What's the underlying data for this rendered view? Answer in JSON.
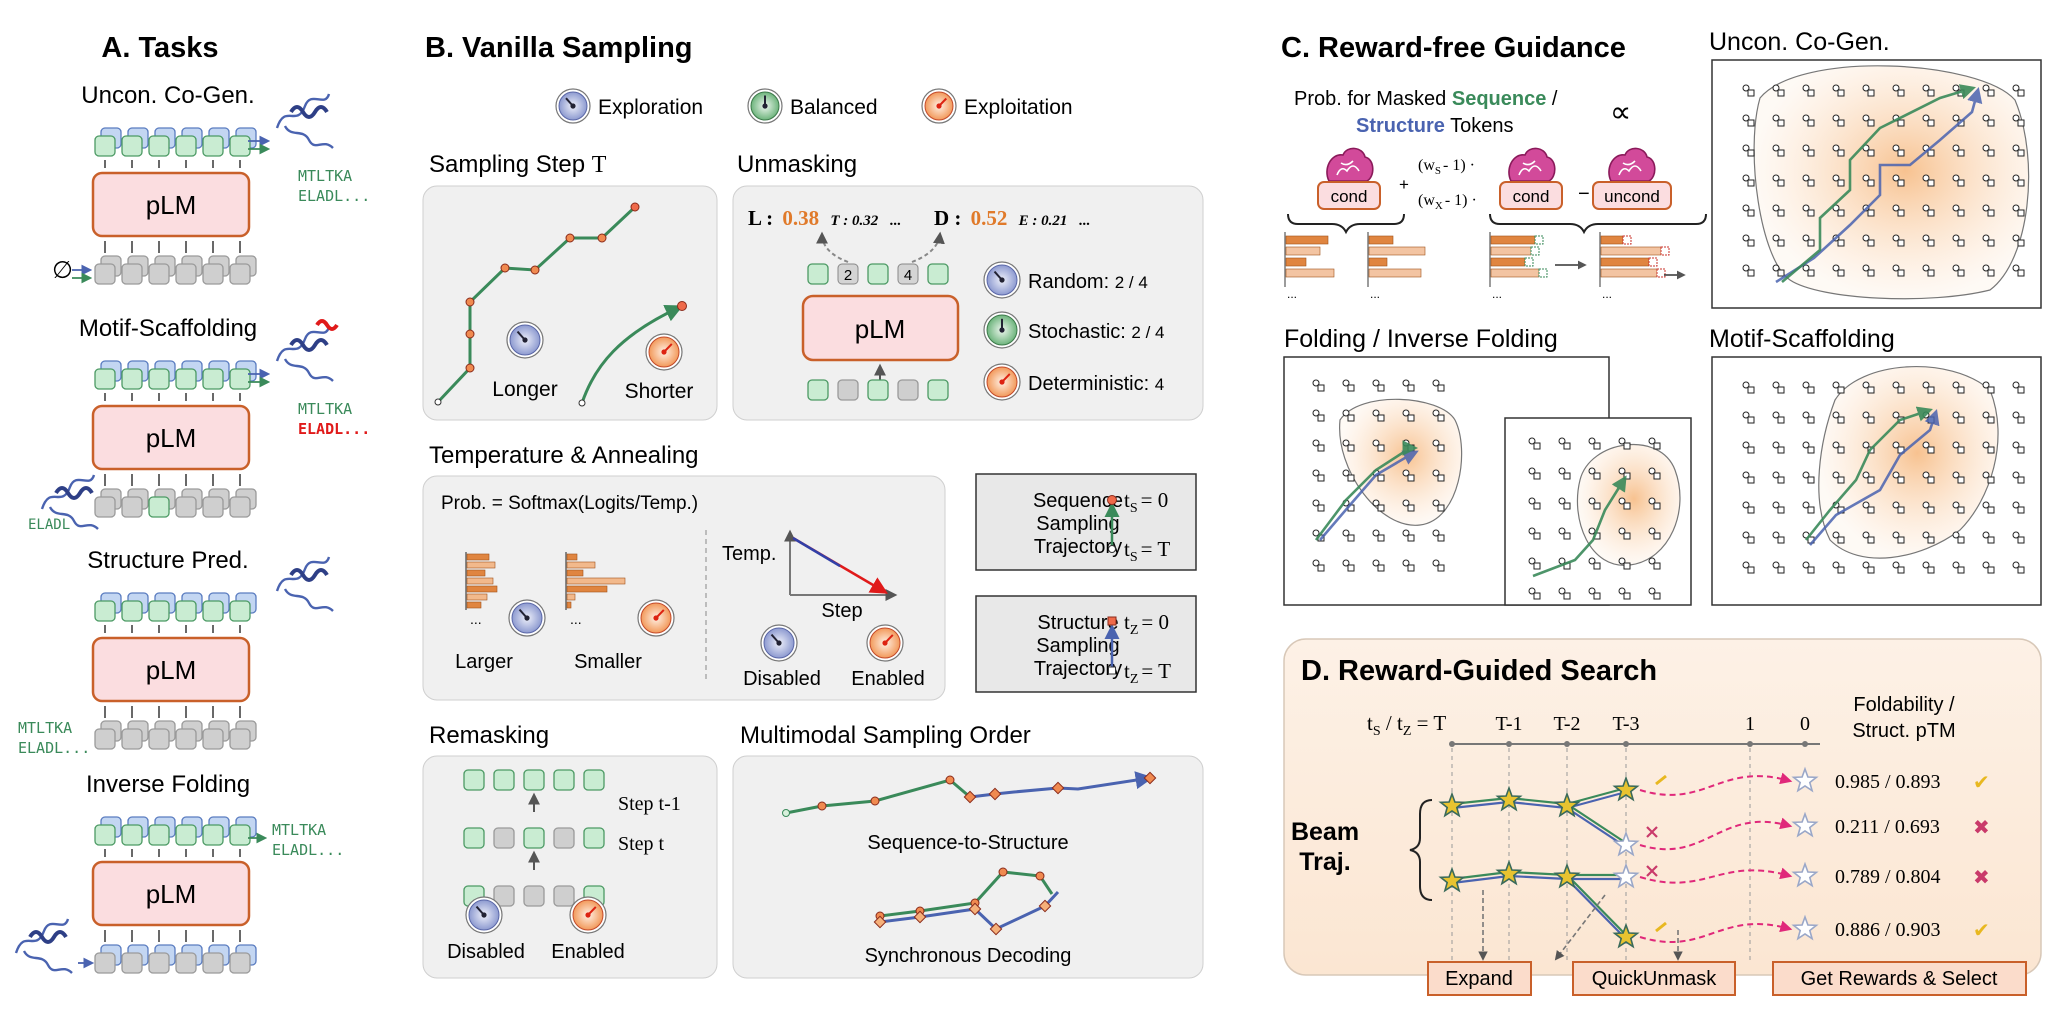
{
  "panel_a": {
    "title": "A. Tasks",
    "model_label": "pLM",
    "null_symbol": "∅",
    "tasks": [
      {
        "name": "Uncon. Co-Gen.",
        "out_seq1": "MTLTKA",
        "out_seq2": "ELADL..."
      },
      {
        "name": "Motif-Scaffolding",
        "out_seq1": "MTLTKA",
        "out_seq2": "ELADL...",
        "in_seq": "ELADL"
      },
      {
        "name": "Structure Pred.",
        "in_seq1": "MTLTKA",
        "in_seq2": "ELADL..."
      },
      {
        "name": "Inverse Folding",
        "out_seq1": "MTLTKA",
        "out_seq2": "ELADL..."
      }
    ]
  },
  "panel_b": {
    "title": "B. Vanilla Sampling",
    "legend": {
      "exploration": "Exploration",
      "balanced": "Balanced",
      "exploitation": "Exploitation"
    },
    "sampling_step": {
      "title": "Sampling Step",
      "symbol": "T",
      "longer": "Longer",
      "shorter": "Shorter"
    },
    "unmasking": {
      "title": "Unmasking",
      "model_label": "pLM",
      "scores": {
        "l_label": "L :",
        "l_value": "0.38",
        "t_value": "T : 0.32",
        "dots1": "...",
        "d_label": "D :",
        "d_value": "0.52",
        "e_value": "E : 0.21",
        "dots2": "..."
      },
      "positions": [
        "2",
        "4"
      ],
      "random": {
        "label": "Random:",
        "value": "2 / 4"
      },
      "stochastic": {
        "label": "Stochastic:",
        "value": "2 / 4"
      },
      "deterministic": {
        "label": "Deterministic:",
        "value": "4"
      }
    },
    "temperature": {
      "title": "Temperature & Annealing",
      "formula": "Prob. = Softmax(Logits/Temp.)",
      "larger": "Larger",
      "smaller": "Smaller",
      "temp_axis": "Temp.",
      "step_axis": "Step",
      "disabled": "Disabled",
      "enabled": "Enabled",
      "dots": "..."
    },
    "seq_traj": {
      "line1": "Sequence",
      "line2": "Sampling",
      "line3": "Trajectory",
      "top": "t",
      "top_sub": "S",
      "top_eq": "= 0",
      "bot": "t",
      "bot_sub": "S",
      "bot_eq": "= T"
    },
    "struct_traj": {
      "line1": "Structure",
      "line2": "Sampling",
      "line3": "Trajectory",
      "top": "t",
      "top_sub": "Z",
      "top_eq": "= 0",
      "bot": "t",
      "bot_sub": "Z",
      "bot_eq": "= T"
    },
    "remasking": {
      "title": "Remasking",
      "step_prev": "Step t-1",
      "step_cur": "Step t",
      "disabled": "Disabled",
      "enabled": "Enabled"
    },
    "multimodal": {
      "title": "Multimodal Sampling Order",
      "seq2struct": "Sequence-to-Structure",
      "sync": "Synchronous Decoding"
    }
  },
  "panel_c": {
    "title": "C. Reward-free Guidance",
    "prob_prefix": "Prob. for Masked",
    "prob_seq": "Sequence",
    "prob_slash": "/",
    "prob_struct": "Structure",
    "prob_suffix": "Tokens",
    "proportional": "∝",
    "cond": "cond",
    "uncond": "uncond",
    "plus": "+",
    "minus": "−",
    "ws": "(w",
    "ws_sub": "S",
    "ws_tail": "- 1) ·",
    "wx_sub": "X",
    "dots": "...",
    "uncon_title": "Uncon. Co-Gen.",
    "folding_title": "Folding / Inverse Folding",
    "motif_title": "Motif-Scaffolding"
  },
  "panel_d": {
    "title": "D. Reward-Guided Search",
    "axis_prefix": "t",
    "axis_sub1": "S",
    "axis_mid": " / t",
    "axis_sub2": "Z",
    "axis_eq": " = T",
    "ticks": [
      "T-1",
      "T-2",
      "T-3",
      "1",
      "0"
    ],
    "beam1": "Beam",
    "beam2": "Traj.",
    "rewards_header1": "Foldability /",
    "rewards_header2": "Struct. pTM",
    "rewards": [
      {
        "value": "0.985 / 0.893",
        "mark": "✔",
        "ok": true
      },
      {
        "value": "0.211 / 0.693",
        "mark": "✖",
        "ok": false
      },
      {
        "value": "0.789 / 0.804",
        "mark": "✖",
        "ok": false
      },
      {
        "value": "0.886 / 0.903",
        "mark": "✔",
        "ok": true
      }
    ],
    "buttons": {
      "expand": "Expand",
      "quick": "QuickUnmask",
      "select": "Get Rewards & Select"
    }
  },
  "colors": {
    "seq_green": "#3a8a5a",
    "struct_blue": "#4a63b0",
    "accent_orange": "#e07a2a",
    "plm_fill": "#fbdde0",
    "plm_border": "#c9602a",
    "red": "#d62020",
    "magenta": "#e0287a"
  }
}
